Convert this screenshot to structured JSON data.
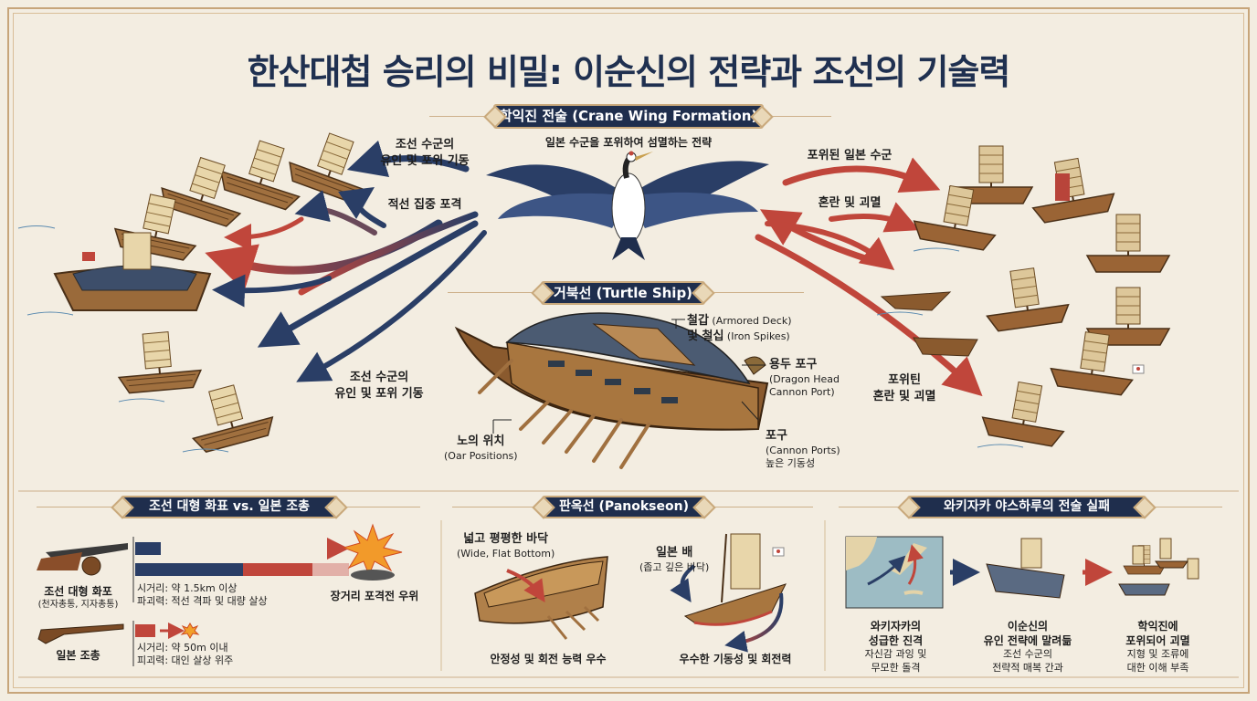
{
  "title": "한산대첩 승리의 비밀: 이순신의 전략과 조선의 기술력",
  "colors": {
    "navy": "#1f2e4d",
    "red": "#c0463b",
    "parchment": "#f3ede1",
    "gold": "#c9a97c",
    "wood": "#9a6a3a"
  },
  "crane": {
    "banner": "학익진 전술 (Crane Wing Formation)",
    "subtitle": "일본 수군을 포위하여 섬멸하는 전략",
    "left_labels": [
      "조선 수군의",
      "유인 및 포위 기동",
      "적선 집중 포격",
      "조선 수군의",
      "유인 및 포위 기동"
    ],
    "right_labels": [
      "포위된 일본 수군",
      "혼란 및 괴멸",
      "포위틴",
      "혼란 및 괴멸"
    ]
  },
  "turtle": {
    "banner": "거북선 (Turtle Ship)",
    "deck_ko1": "철갑",
    "deck_en1": "(Armored Deck)",
    "deck_ko2": "및 철십",
    "deck_en2": "(Iron Spikes)",
    "dragon_ko": "용두 포구",
    "dragon_en1": "(Dragon Head",
    "dragon_en2": "Cannon Port)",
    "oar_ko": "노의 위치",
    "oar_en": "(Oar Positions)",
    "port_ko": "포구",
    "port_en": "(Cannon Ports)",
    "port_note": "높은 기동성"
  },
  "weapons": {
    "banner": "조선 대형 화표 vs. 일본 조총",
    "cannon_name": "조선 대형 화포",
    "cannon_sub": "(천자총통, 지자총통)",
    "cannon_range": "시거리: 약 1.5km 이상",
    "cannon_power": "파괴력: 적선 격파 및 대량 살상",
    "cannon_result": "장거리 포격전 우위",
    "gun_name": "일본 조총",
    "gun_range": "시거리: 약 50m 이내",
    "gun_power": "피괴력: 대인 살상 위주"
  },
  "panokseon": {
    "banner": "판옥선 (Panokseon)",
    "bottom_ko": "넓고 평평한 바닥",
    "bottom_en": "(Wide, Flat Bottom)",
    "left_caption": "안정성 및 회전 능력 우수",
    "jp_ship": "일본 배",
    "jp_sub": "(좁고 깊은 바닥)",
    "right_caption": "우수한 기동성 및 회전력"
  },
  "wakizaka": {
    "banner": "와키자카 야스하루의 전술 실패",
    "steps": [
      {
        "title1": "와키자카의",
        "title2": "성급한 진격",
        "desc1": "자신감 과잉 및",
        "desc2": "무모한 돌격"
      },
      {
        "title1": "이순신의",
        "title2": "유인 전략에 말려듦",
        "desc1": "조선 수군의",
        "desc2": "전략적 매복 간과"
      },
      {
        "title1": "학익진에",
        "title2": "포위되어 괴멸",
        "desc1": "지형 및 조류에",
        "desc2": "대한 이해 부족"
      }
    ]
  }
}
